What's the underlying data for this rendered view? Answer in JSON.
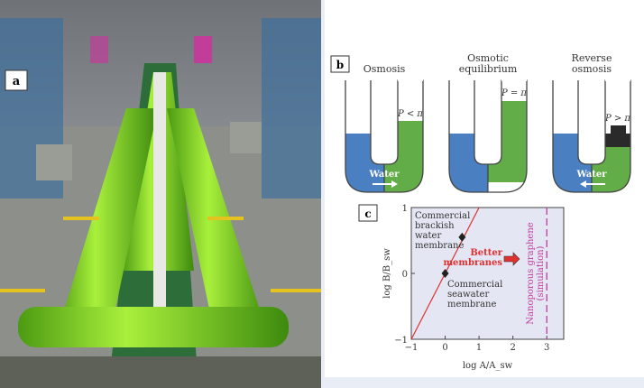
{
  "panel_a": {
    "label": "a"
  },
  "panel_b": {
    "label": "b",
    "tubes": [
      {
        "title_lines": [
          "Osmosis"
        ],
        "pressure": "P < π",
        "flow_label": "Water",
        "flow_direction": "right"
      },
      {
        "title_lines": [
          "Osmotic",
          "equilibrium"
        ],
        "pressure": "P = π",
        "flow_label": "",
        "flow_direction": "none"
      },
      {
        "title_lines": [
          "Reverse",
          "osmosis"
        ],
        "pressure": "P > π",
        "flow_label": "Water",
        "flow_direction": "left"
      }
    ],
    "colors": {
      "fresh": "#4a7fc1",
      "salt": "#62ad48",
      "piston": "#2a2a2a"
    }
  },
  "panel_c": {
    "label": "c"
  },
  "chart_data": {
    "type": "scatter",
    "xlabel": "log A/A_sw",
    "ylabel": "log B/B_sw",
    "xlim": [
      -1,
      3.5
    ],
    "ylim": [
      -1,
      1
    ],
    "xticks": [
      "−1",
      "0",
      "1",
      "2",
      "3"
    ],
    "yticks": [
      "−1",
      "0",
      "1"
    ],
    "tradeoff_line": {
      "points": [
        [
          -1,
          -1
        ],
        [
          1,
          1
        ]
      ],
      "color": "#e03030"
    },
    "points": [
      {
        "name": "Commercial seawater membrane",
        "x": 0,
        "y": 0
      },
      {
        "name": "Commercial brackish water membrane",
        "x": 0.5,
        "y": 0.55
      }
    ],
    "annotations": {
      "brackish": [
        "Commercial",
        "brackish",
        "water",
        "membrane"
      ],
      "seawater": [
        "Commercial",
        "seawater",
        "membrane"
      ],
      "better": [
        "Better",
        "membranes"
      ],
      "graphene": [
        "Nanoporous graphene",
        "(simulation)"
      ]
    },
    "graphene_line": {
      "x": 3,
      "color": "#c23a9a"
    },
    "background": "#e4e6f3"
  }
}
